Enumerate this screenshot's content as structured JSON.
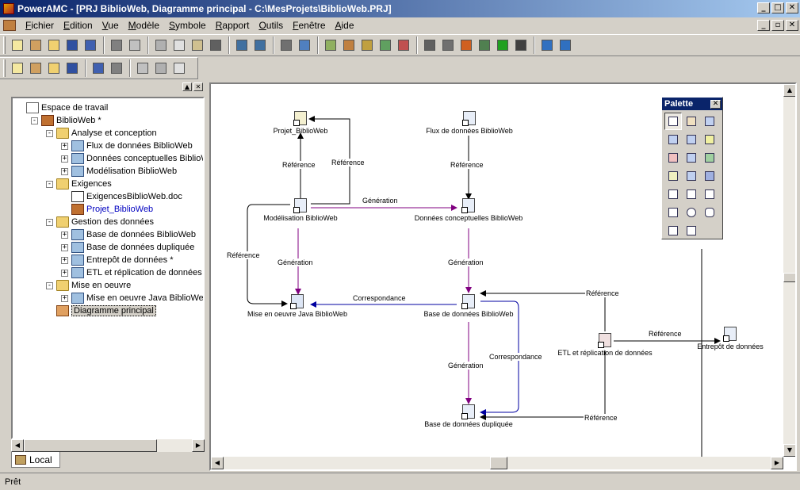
{
  "window": {
    "title": "PowerAMC - [PRJ BiblioWeb, Diagramme principal - C:\\MesProjets\\BiblioWeb.PRJ]",
    "buttons": [
      "_",
      "□",
      "✕"
    ]
  },
  "menu": {
    "items": [
      "Fichier",
      "Edition",
      "Vue",
      "Modèle",
      "Symbole",
      "Rapport",
      "Outils",
      "Fenêtre",
      "Aide"
    ],
    "mdi_buttons": [
      "_",
      "▫",
      "✕"
    ]
  },
  "toolbar1": {
    "icons": [
      "new-icon",
      "new-project-icon",
      "open-icon",
      "save-icon",
      "save-all-icon",
      "print-preview-icon",
      "print-icon",
      "cut-icon",
      "copy-icon",
      "paste-icon",
      "delete-icon",
      "undo-icon",
      "redo-icon",
      "properties-icon",
      "check-model-icon",
      "add-package-icon",
      "merge-icon",
      "compare-icon",
      "refresh-icon",
      "impact-icon",
      "symbol-icon",
      "shadow-icon",
      "pen-icon",
      "fill-icon",
      "text-color-icon",
      "format-icon",
      "back-icon",
      "forward-icon"
    ]
  },
  "toolbar2": {
    "icons": [
      "browser-icon",
      "output-icon",
      "result-icon",
      "fullscreen-icon",
      "workspace-icon",
      "diagram-icon",
      "zoom-icon",
      "comment-icon",
      "list-icon"
    ]
  },
  "tree": {
    "nodes": [
      {
        "label": "Espace de travail",
        "icon": "workspace-icon",
        "level": 0,
        "expander": ""
      },
      {
        "label": "BiblioWeb *",
        "icon": "project-icon",
        "level": 1,
        "expander": "-"
      },
      {
        "label": "Analyse et conception",
        "icon": "folder-icon",
        "level": 2,
        "expander": "-"
      },
      {
        "label": "Flux de données BiblioWeb",
        "icon": "model-icon",
        "level": 3,
        "expander": "+"
      },
      {
        "label": "Données conceptuelles BiblioW",
        "icon": "model-icon",
        "level": 3,
        "expander": "+"
      },
      {
        "label": "Modélisation BiblioWeb",
        "icon": "model-icon",
        "level": 3,
        "expander": "+"
      },
      {
        "label": "Exigences",
        "icon": "folder-icon",
        "level": 2,
        "expander": "-"
      },
      {
        "label": "ExigencesBiblioWeb.doc",
        "icon": "document-icon",
        "level": 3,
        "expander": ""
      },
      {
        "label": "Projet_BiblioWeb",
        "icon": "project-link-icon",
        "level": 3,
        "expander": "",
        "style": "link"
      },
      {
        "label": "Gestion des données",
        "icon": "folder-icon",
        "level": 2,
        "expander": "-"
      },
      {
        "label": "Base de données BiblioWeb",
        "icon": "model-icon",
        "level": 3,
        "expander": "+"
      },
      {
        "label": "Base de données dupliquée",
        "icon": "model-icon",
        "level": 3,
        "expander": "+"
      },
      {
        "label": "Entrepôt de données *",
        "icon": "model-icon",
        "level": 3,
        "expander": "+"
      },
      {
        "label": "ETL et réplication de données *",
        "icon": "model-icon",
        "level": 3,
        "expander": "+"
      },
      {
        "label": "Mise en oeuvre",
        "icon": "folder-icon",
        "level": 2,
        "expander": "-"
      },
      {
        "label": "Mise en oeuvre Java BiblioWeb",
        "icon": "model-icon",
        "level": 3,
        "expander": "+"
      },
      {
        "label": "Diagramme principal",
        "icon": "diagram-icon",
        "level": 2,
        "expander": "",
        "style": "selected"
      }
    ],
    "tab": "Local"
  },
  "palette": {
    "title": "Palette",
    "tools": [
      "pointer-icon",
      "grabber-icon",
      "zoom-in-icon",
      "zoom-out-icon",
      "open-view-icon",
      "properties-icon",
      "cut-icon",
      "model-icon",
      "add-model-icon",
      "document-icon",
      "dependency-icon",
      "link-icon",
      "text-icon",
      "line-icon",
      "arc-icon",
      "rectangle-icon",
      "ellipse-icon",
      "rounded-rectangle-icon",
      "polyline-icon",
      "polygon-icon"
    ]
  },
  "diagram": {
    "nodes": [
      {
        "id": "projet",
        "label": "Projet_BiblioWeb",
        "kind": "proj"
      },
      {
        "id": "flux",
        "label": "Flux de données BiblioWeb",
        "kind": "model"
      },
      {
        "id": "modelisation",
        "label": "Modélisation BiblioWeb",
        "kind": "model"
      },
      {
        "id": "donnees",
        "label": "Données conceptuelles BiblioWeb",
        "kind": "model"
      },
      {
        "id": "java",
        "label": "Mise en oeuvre Java BiblioWeb",
        "kind": "java"
      },
      {
        "id": "bdd",
        "label": "Base de données BiblioWeb",
        "kind": "model"
      },
      {
        "id": "etl",
        "label": "ETL et réplication de données",
        "kind": "etl"
      },
      {
        "id": "entrepot",
        "label": "Entrepôt de données",
        "kind": "model"
      },
      {
        "id": "bdd_dup",
        "label": "Base de données dupliquée",
        "kind": "model"
      }
    ],
    "edge_labels": {
      "ref_projet": "Référence",
      "ref_projet2": "Référence",
      "ref_flux": "Référence",
      "gen_mod_donnees": "Génération",
      "ref_mod_java": "Référence",
      "gen_mod_java": "Génération",
      "gen_donnees_bdd": "Génération",
      "corr_bdd_java": "Correspondance",
      "ref_etl_bdd": "Référence",
      "ref_etl_entrepot": "Référence",
      "corr_bdd_dup": "Correspondance",
      "gen_bdd_dup": "Génération",
      "ref_etl_dup": "Référence"
    },
    "colors": {
      "reference": "#000000",
      "generation": "#800080",
      "correspondance": "#000080"
    }
  },
  "status": {
    "text": "Prêt"
  }
}
